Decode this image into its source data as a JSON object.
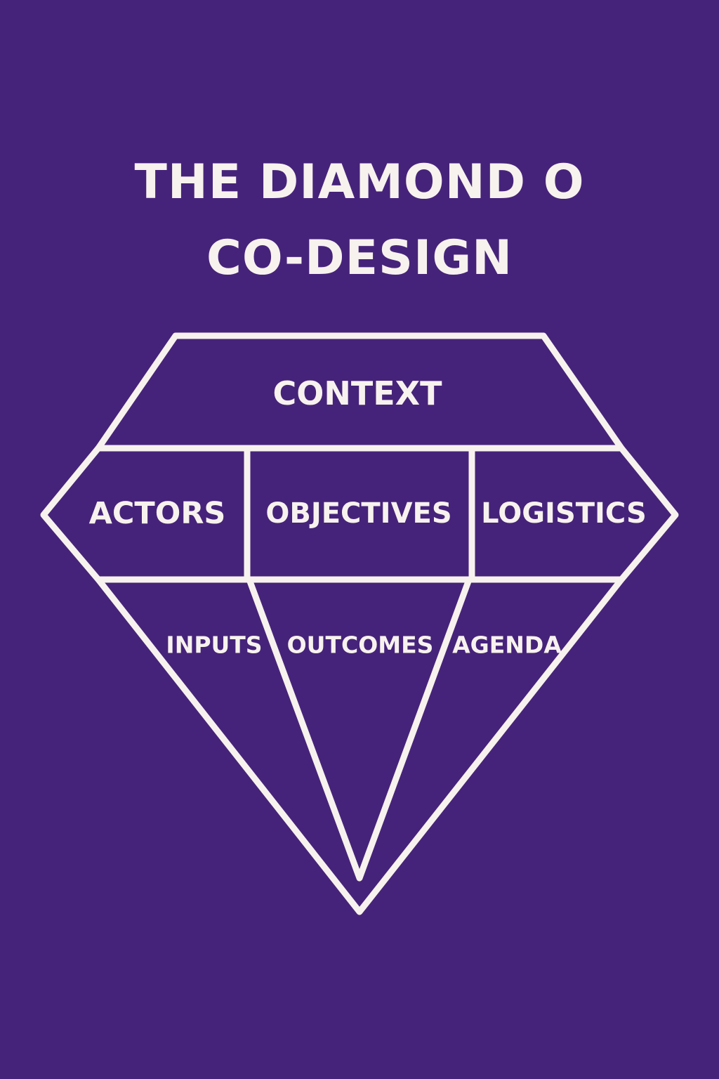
{
  "title": {
    "line1": "THE DIAMOND O",
    "line2": "CO-DESIGN"
  },
  "diagram": {
    "top_section": "CONTEXT",
    "middle_row": [
      "ACTORS",
      "OBJECTIVES",
      "LOGISTICS"
    ],
    "bottom_row": [
      "INPUTS",
      "OUTCOMES",
      "AGENDA"
    ]
  },
  "colors": {
    "background": "#46237a",
    "foreground": "#f7f2ee"
  }
}
